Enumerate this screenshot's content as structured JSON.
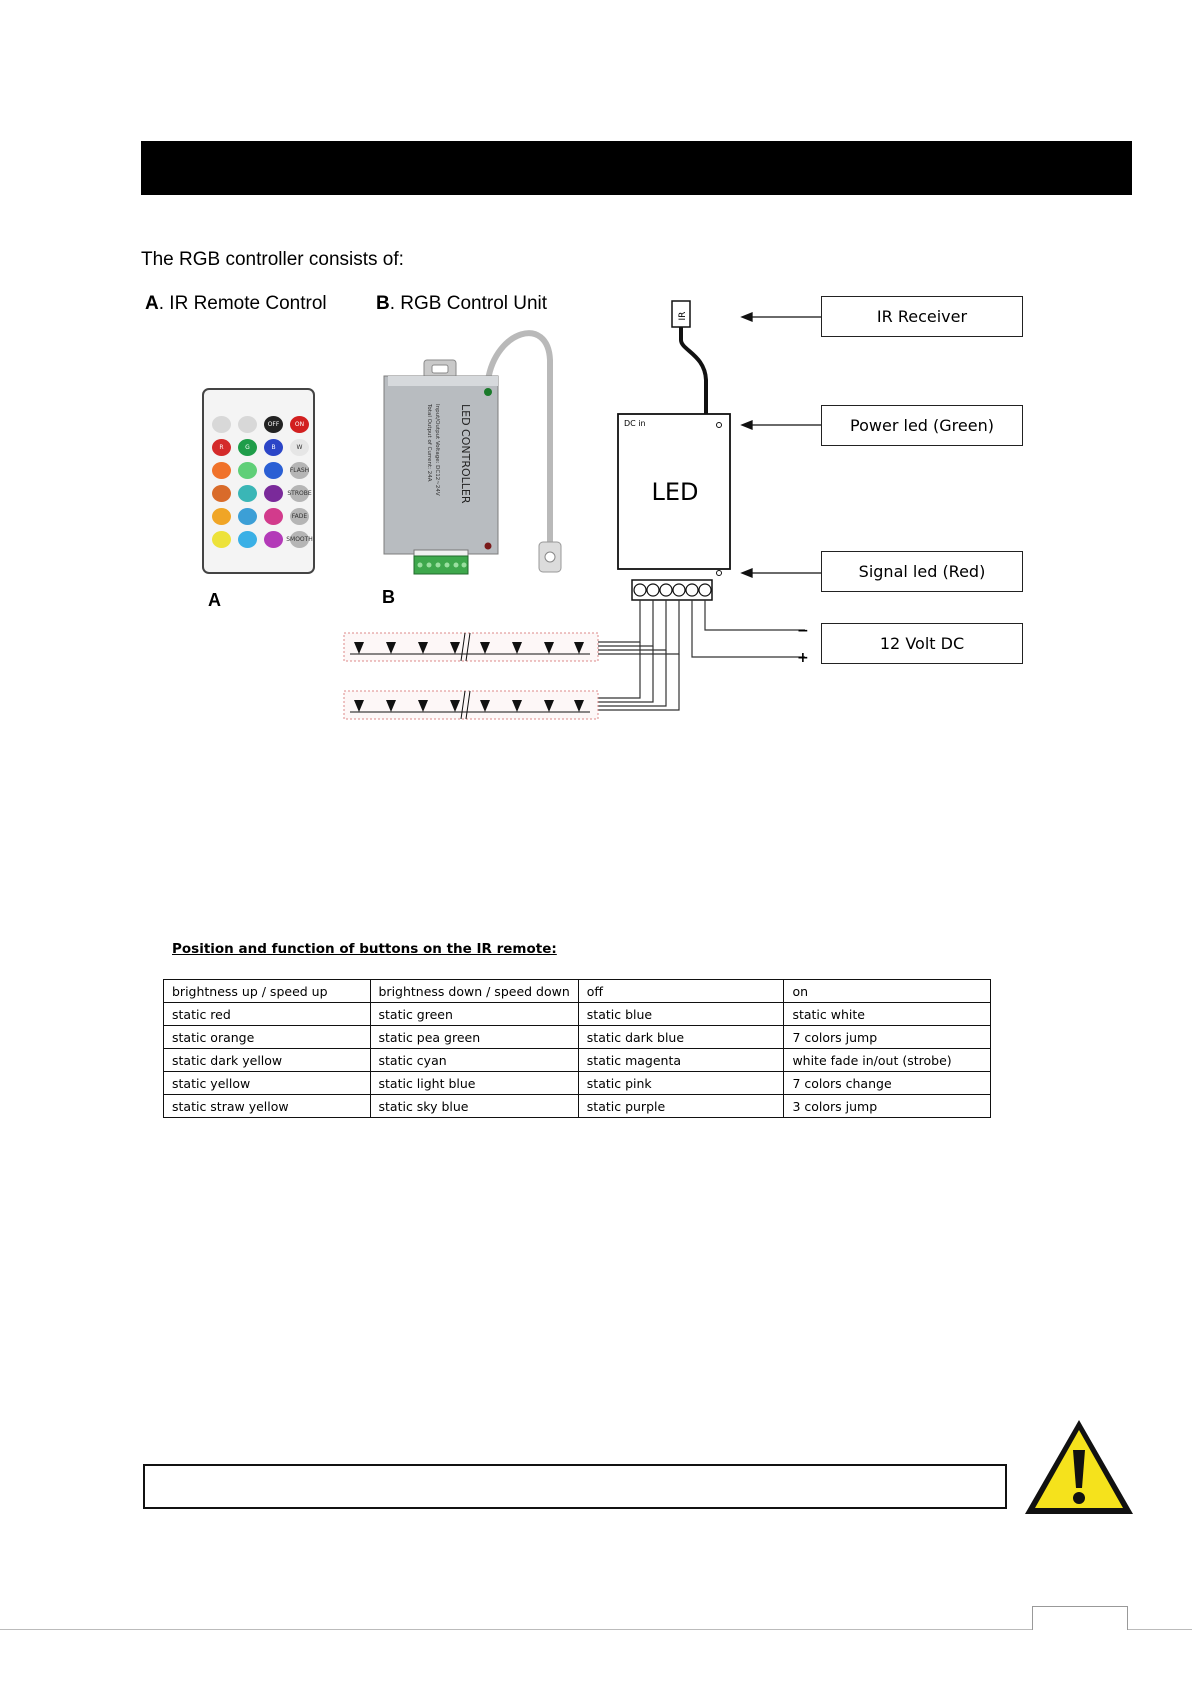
{
  "document": {
    "intro": "The RGB controller consists of:",
    "part_a": {
      "letter": "A",
      "text": ". IR Remote Control"
    },
    "part_b": {
      "letter": "B",
      "text": ". RGB Control Unit"
    },
    "figure_letter_a": "A",
    "figure_letter_b": "B"
  },
  "remote": {
    "buttons": [
      {
        "label": "",
        "color": "#d8d8d8"
      },
      {
        "label": "",
        "color": "#d8d8d8"
      },
      {
        "label": "OFF",
        "color": "#222222"
      },
      {
        "label": "ON",
        "color": "#d21f1f"
      },
      {
        "label": "R",
        "color": "#d42a2a"
      },
      {
        "label": "G",
        "color": "#1f9d49"
      },
      {
        "label": "B",
        "color": "#2b45c7"
      },
      {
        "label": "W",
        "color": "#e6e6e6"
      },
      {
        "label": "",
        "color": "#f0722a"
      },
      {
        "label": "",
        "color": "#5fcf78"
      },
      {
        "label": "",
        "color": "#2a5fd4"
      },
      {
        "label": "FLASH",
        "color": "#b5b5b5"
      },
      {
        "label": "",
        "color": "#d96b2a"
      },
      {
        "label": "",
        "color": "#3ab6b6"
      },
      {
        "label": "",
        "color": "#7a2a9a"
      },
      {
        "label": "STROBE",
        "color": "#b5b5b5"
      },
      {
        "label": "",
        "color": "#f0a526"
      },
      {
        "label": "",
        "color": "#3c9fd6"
      },
      {
        "label": "",
        "color": "#d23b8c"
      },
      {
        "label": "FADE",
        "color": "#b5b5b5"
      },
      {
        "label": "",
        "color": "#ede23a"
      },
      {
        "label": "",
        "color": "#3ab0e6"
      },
      {
        "label": "",
        "color": "#b33ab8"
      },
      {
        "label": "SMOOTH",
        "color": "#b5b5b5"
      }
    ]
  },
  "controller": {
    "title": "LED CONTROLLER",
    "spec1": "Input/Output Voltage: DC12~24V",
    "spec2": "Total Output of Current: 24A"
  },
  "schematic": {
    "box_label": "LED",
    "dc_in": "DC in",
    "ir_tag": "IR",
    "minus": "−",
    "plus": "+",
    "callouts": {
      "ir_receiver": "IR Receiver",
      "power_led": "Power led (Green)",
      "signal_led": "Signal led (Red)",
      "volt": "12 Volt DC"
    }
  },
  "table": {
    "title": "Position and function of buttons on the IR remote:",
    "rows": [
      [
        "brightness up / speed up",
        "brightness down / speed down",
        "off",
        "on"
      ],
      [
        "static red",
        "static green",
        "static blue",
        "static white"
      ],
      [
        "static orange",
        "static pea green",
        "static dark blue",
        "7 colors jump"
      ],
      [
        "static dark yellow",
        "static cyan",
        "static magenta",
        "white fade in/out (strobe)"
      ],
      [
        "static yellow",
        "static light blue",
        "static pink",
        "7 colors change"
      ],
      [
        "static straw yellow",
        "static sky blue",
        "static purple",
        "3 colors jump"
      ]
    ]
  },
  "colors": {
    "warning_yellow": "#f5e21c",
    "header_bar": "#000000"
  },
  "icons": {
    "warning": "warning-triangle-icon"
  }
}
